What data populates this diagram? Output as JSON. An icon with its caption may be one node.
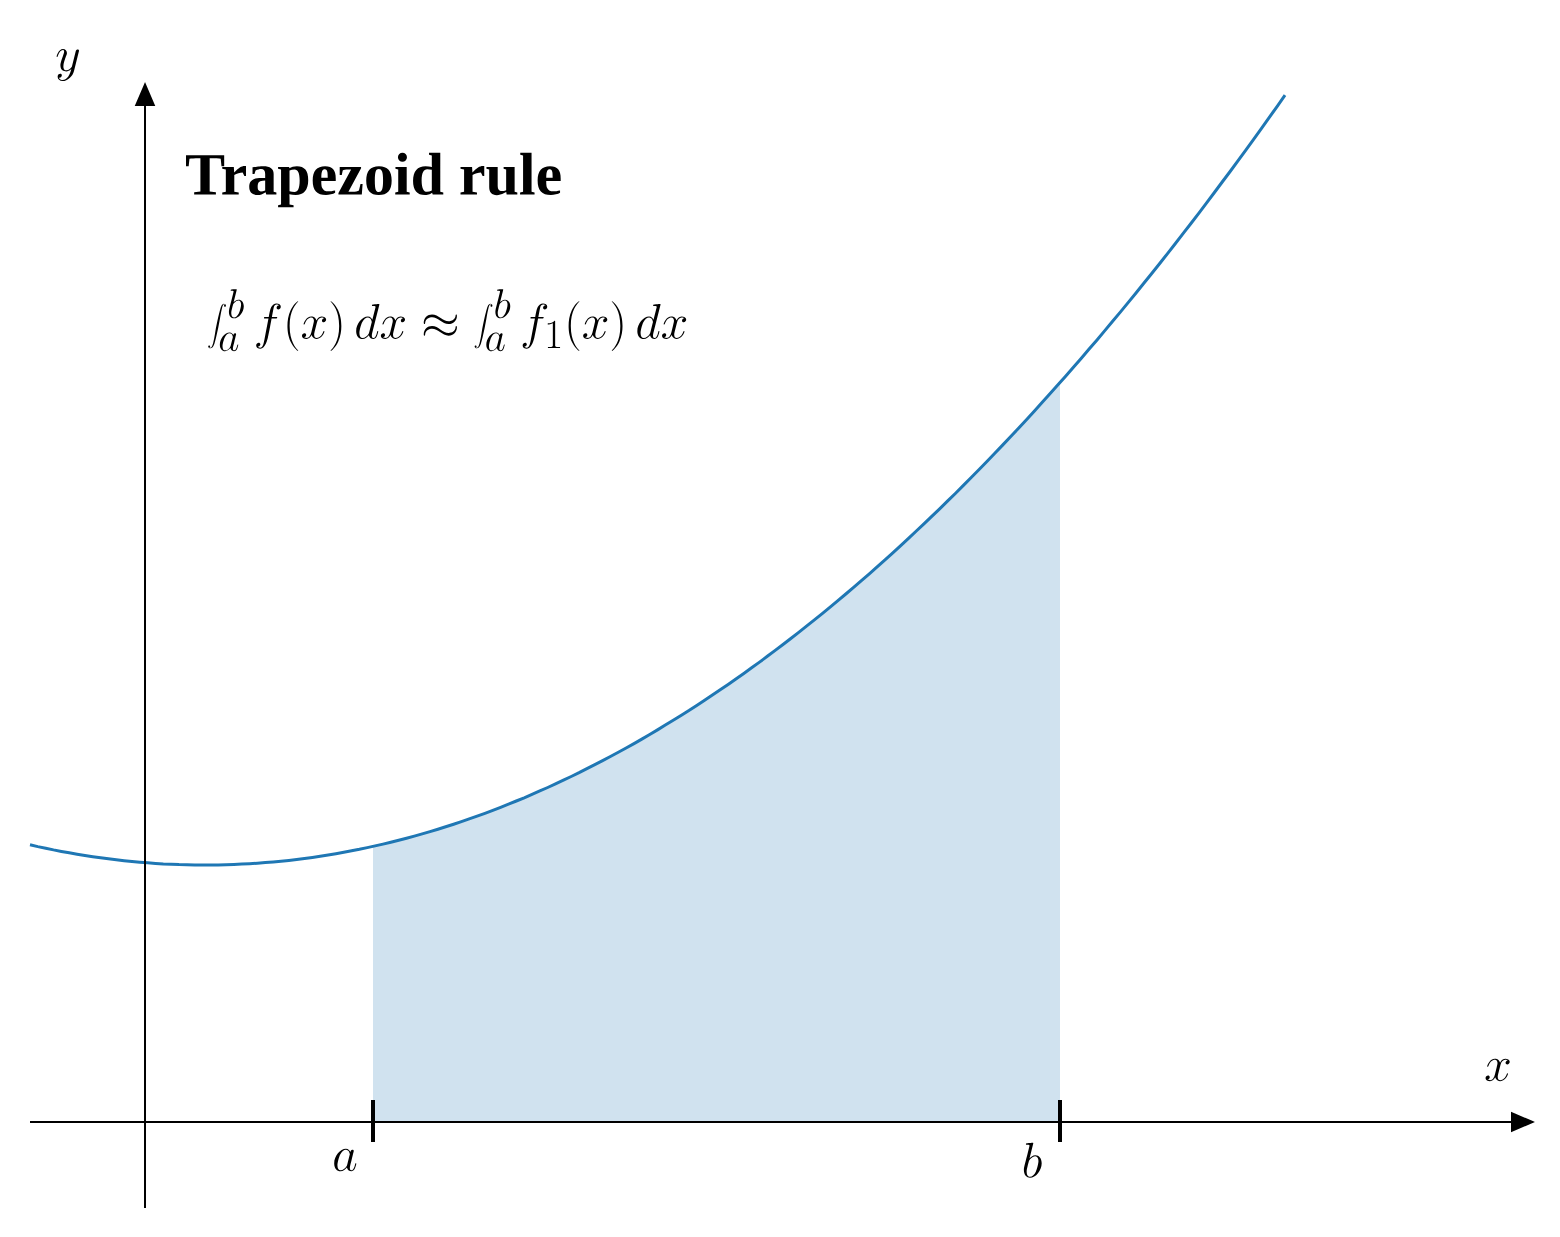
{
  "diagram": {
    "title": "Trapezoid rule",
    "labels": [
      "\\int_a^b f(x)\\,dx \\approx \\int_a^b f_1(x)\\,dx",
      "y",
      "x",
      "a",
      "b"
    ]
  }
}
